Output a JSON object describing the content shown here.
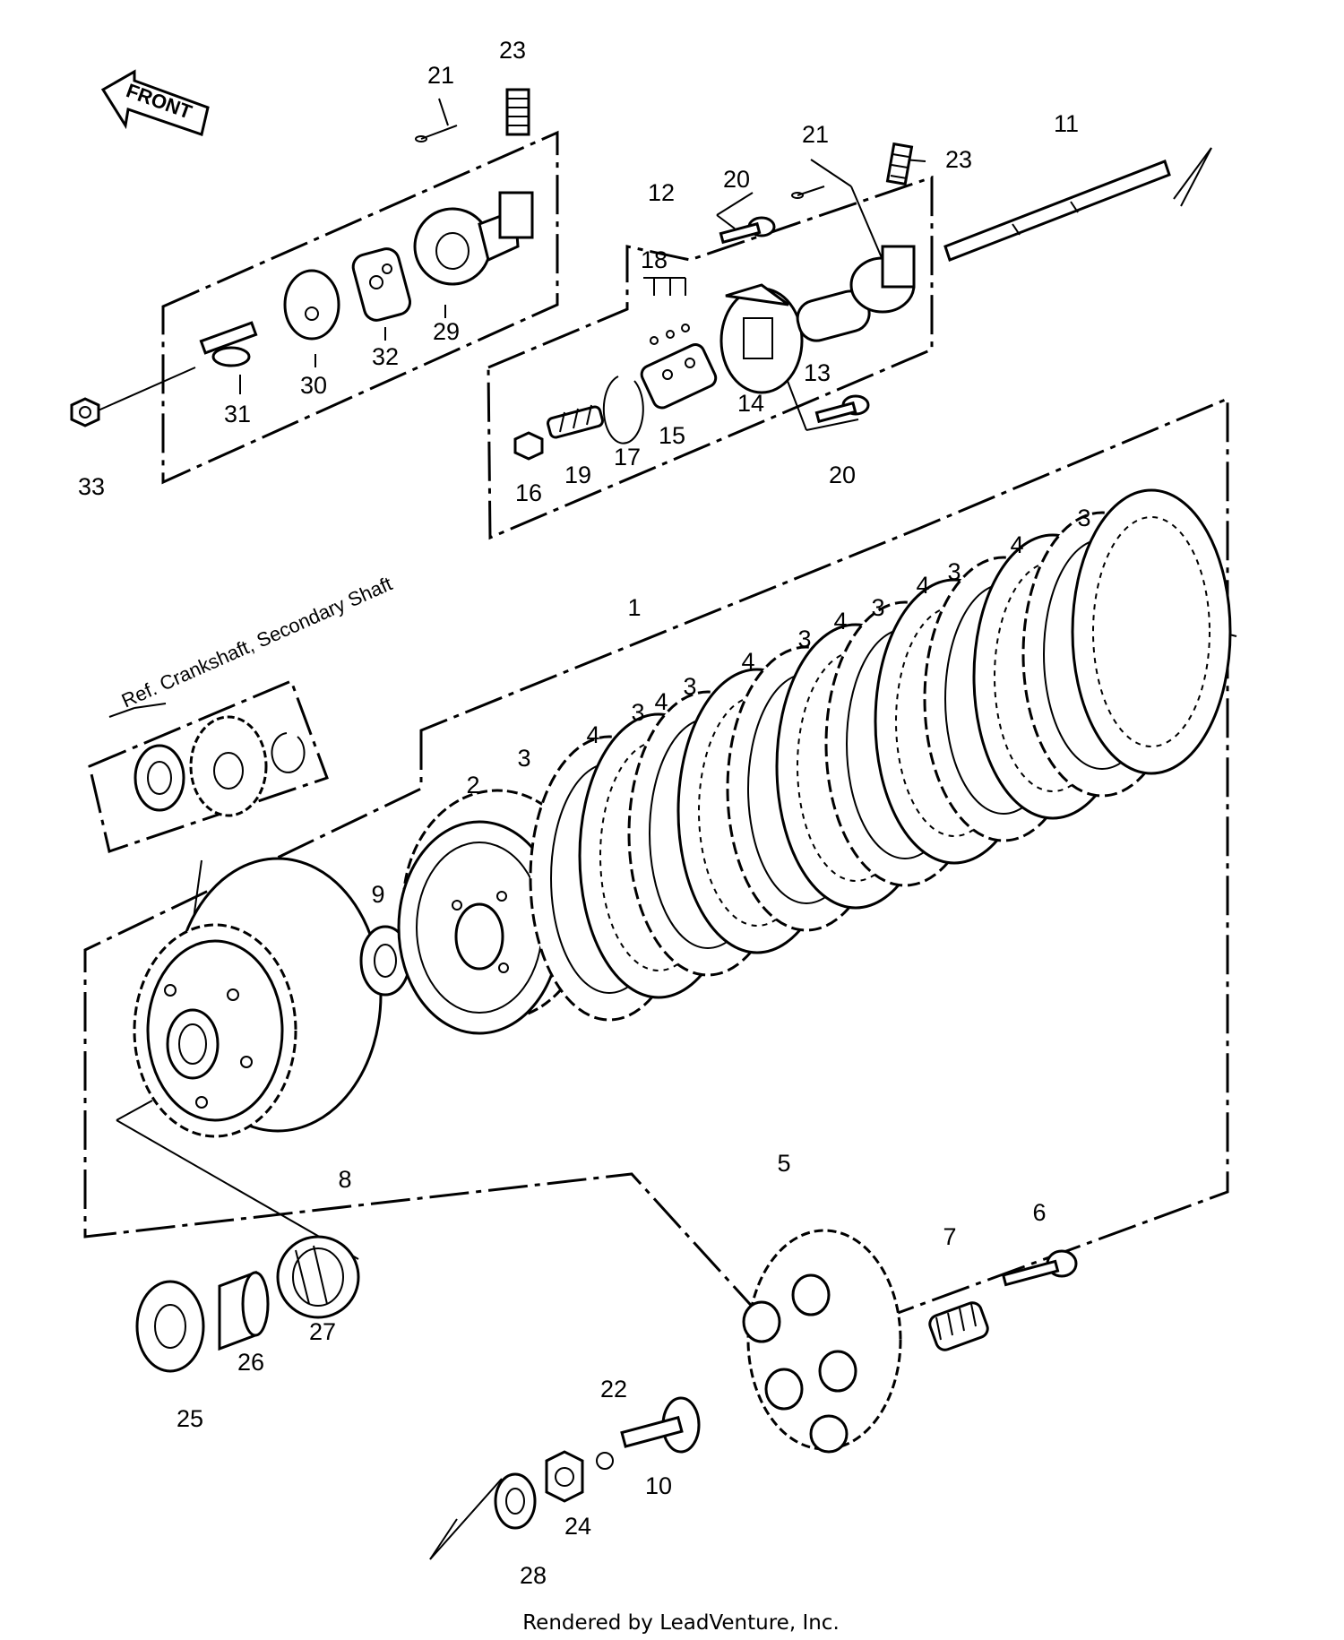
{
  "front_arrow_label": "FRONT",
  "ref_label": "Ref.   Crankshaft, Secondary Shaft",
  "footer": "Rendered by LeadVenture, Inc.",
  "watermark_icon": "leadventure-watermark-icon",
  "callouts": [
    {
      "id": "c1",
      "text": "1"
    },
    {
      "id": "c2",
      "text": "2"
    },
    {
      "id": "c3a",
      "text": "3"
    },
    {
      "id": "c3b",
      "text": "3"
    },
    {
      "id": "c3c",
      "text": "3"
    },
    {
      "id": "c3d",
      "text": "3"
    },
    {
      "id": "c3e",
      "text": "3"
    },
    {
      "id": "c3f",
      "text": "3"
    },
    {
      "id": "c3g",
      "text": "3"
    },
    {
      "id": "c4a",
      "text": "4"
    },
    {
      "id": "c4b",
      "text": "4"
    },
    {
      "id": "c4c",
      "text": "4"
    },
    {
      "id": "c4d",
      "text": "4"
    },
    {
      "id": "c4e",
      "text": "4"
    },
    {
      "id": "c4f",
      "text": "4"
    },
    {
      "id": "c5",
      "text": "5"
    },
    {
      "id": "c6",
      "text": "6"
    },
    {
      "id": "c7",
      "text": "7"
    },
    {
      "id": "c8",
      "text": "8"
    },
    {
      "id": "c9",
      "text": "9"
    },
    {
      "id": "c10",
      "text": "10"
    },
    {
      "id": "c11",
      "text": "11"
    },
    {
      "id": "c12",
      "text": "12"
    },
    {
      "id": "c13",
      "text": "13"
    },
    {
      "id": "c14",
      "text": "14"
    },
    {
      "id": "c15",
      "text": "15"
    },
    {
      "id": "c16",
      "text": "16"
    },
    {
      "id": "c17",
      "text": "17"
    },
    {
      "id": "c18",
      "text": "18"
    },
    {
      "id": "c19",
      "text": "19"
    },
    {
      "id": "c20a",
      "text": "20"
    },
    {
      "id": "c20b",
      "text": "20"
    },
    {
      "id": "c21a",
      "text": "21"
    },
    {
      "id": "c21b",
      "text": "21"
    },
    {
      "id": "c22",
      "text": "22"
    },
    {
      "id": "c23a",
      "text": "23"
    },
    {
      "id": "c23b",
      "text": "23"
    },
    {
      "id": "c24",
      "text": "24"
    },
    {
      "id": "c25",
      "text": "25"
    },
    {
      "id": "c26",
      "text": "26"
    },
    {
      "id": "c27",
      "text": "27"
    },
    {
      "id": "c28",
      "text": "28"
    },
    {
      "id": "c29",
      "text": "29"
    },
    {
      "id": "c30",
      "text": "30"
    },
    {
      "id": "c31",
      "text": "31"
    },
    {
      "id": "c32",
      "text": "32"
    },
    {
      "id": "c33",
      "text": "33"
    }
  ]
}
